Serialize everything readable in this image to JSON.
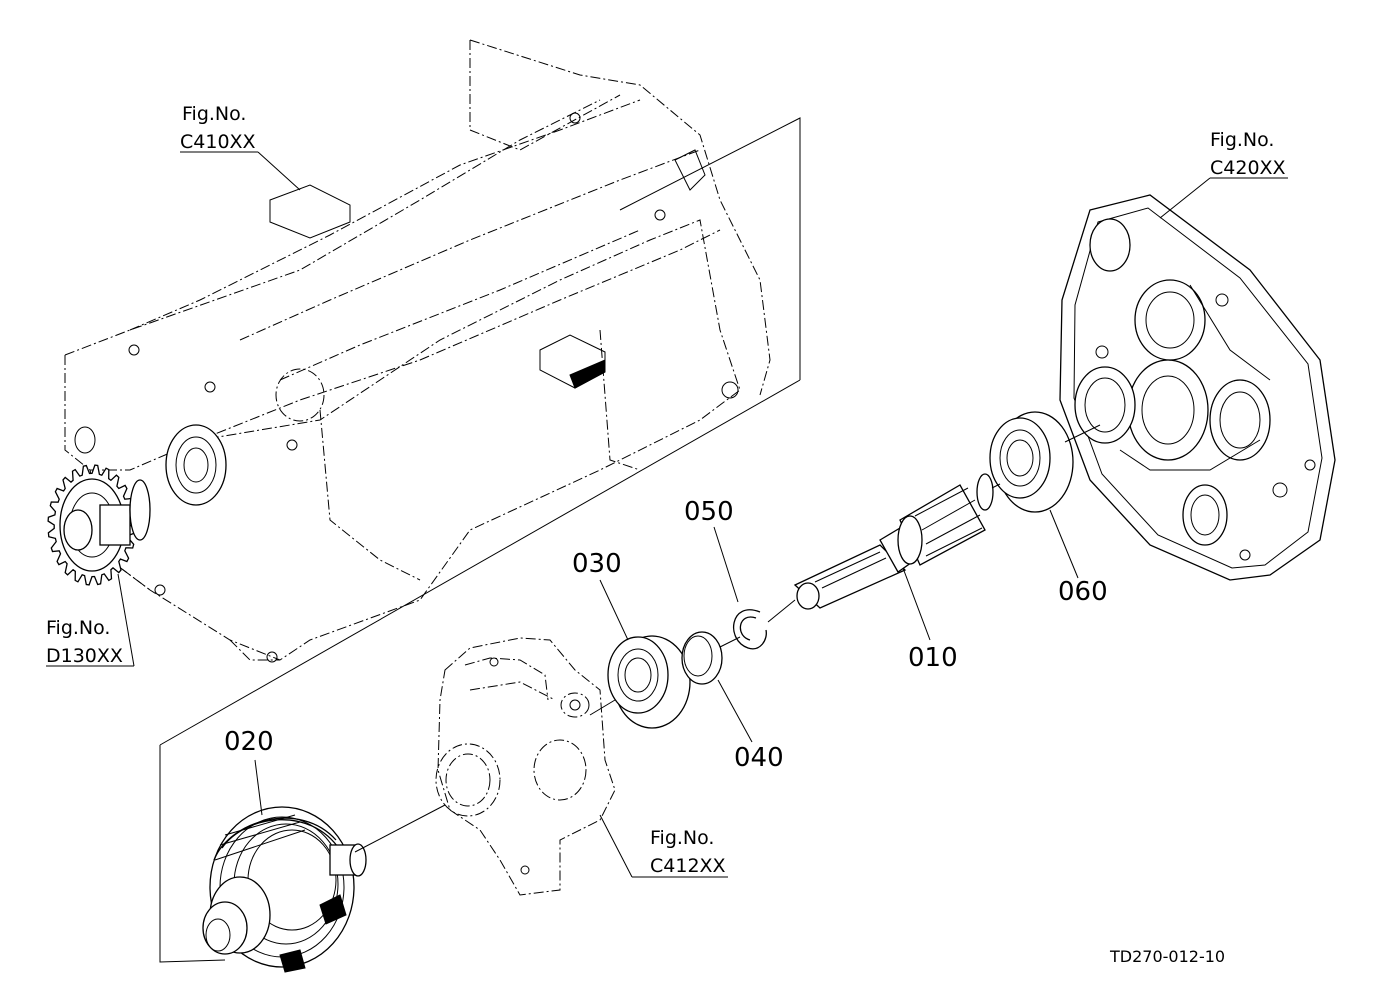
{
  "figure_refs": {
    "c410": {
      "line1": "Fig.No.",
      "line2": "C410XX"
    },
    "c420": {
      "line1": "Fig.No.",
      "line2": "C420XX"
    },
    "d130": {
      "line1": "Fig.No.",
      "line2": "D130XX"
    },
    "c412": {
      "line1": "Fig.No.",
      "line2": "C412XX"
    }
  },
  "part_numbers": {
    "p010": "010",
    "p020": "020",
    "p030": "030",
    "p040": "040",
    "p050": "050",
    "p060": "060"
  },
  "drawing_code": "TD270-012-10"
}
